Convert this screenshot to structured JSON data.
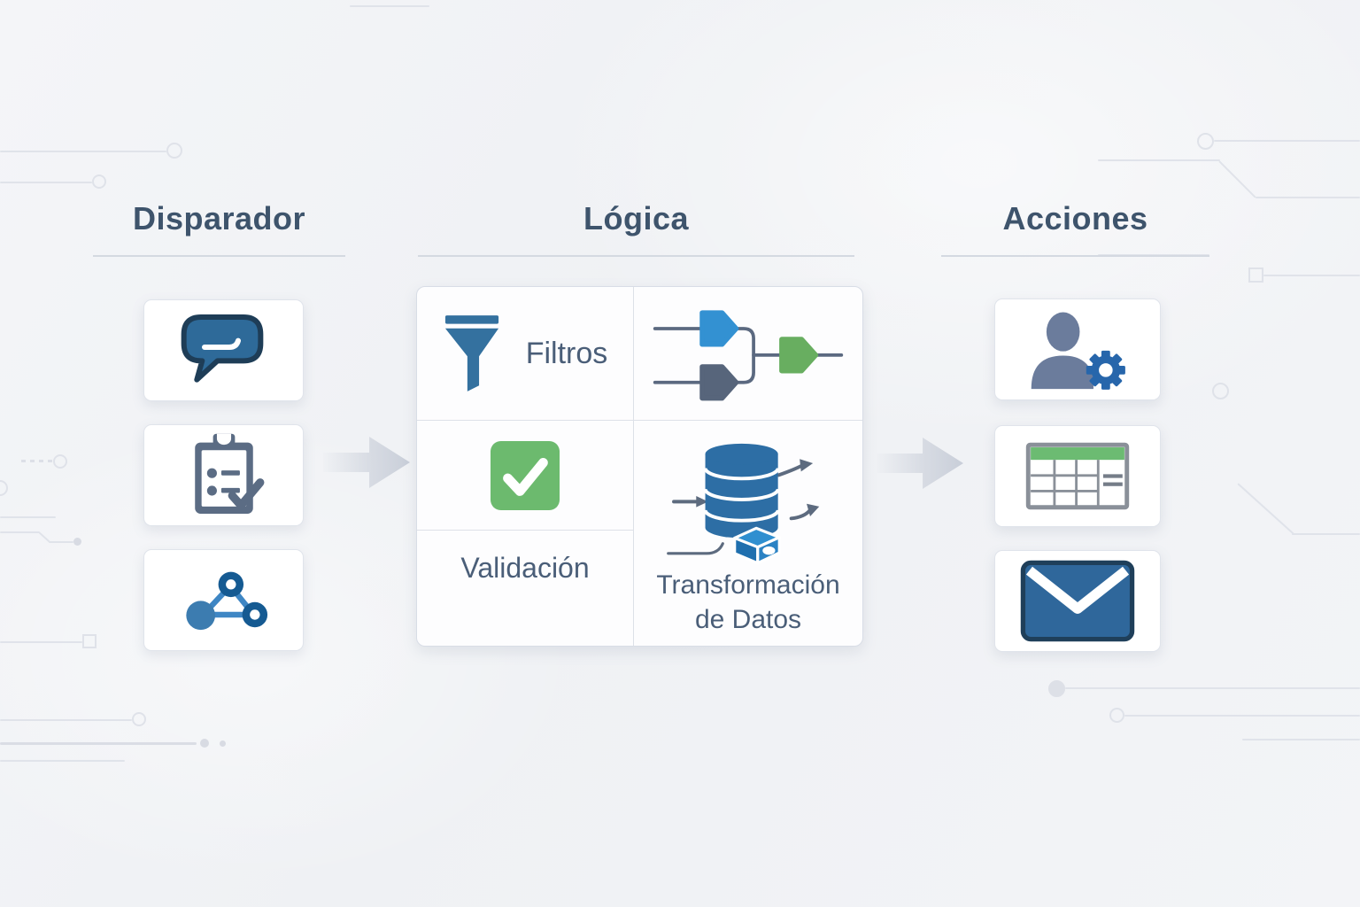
{
  "headers": {
    "trigger": "Disparador",
    "logic": "Lógica",
    "actions": "Acciones"
  },
  "trigger_column": {
    "cards": [
      {
        "icon": "chat-bubble-icon"
      },
      {
        "icon": "checklist-icon"
      },
      {
        "icon": "network-nodes-icon"
      }
    ]
  },
  "logic_panel": {
    "filters_label": "Filtros",
    "filters_icon": "filter-funnel-icon",
    "merge_icon": "merge-flow-icon",
    "validation_label": "Validación",
    "validation_icon": "green-checkmark-icon",
    "transformation_label": "Transformación de Datos",
    "transformation_icon": "database-transform-icon"
  },
  "actions_column": {
    "cards": [
      {
        "icon": "user-gear-icon"
      },
      {
        "icon": "spreadsheet-table-icon"
      },
      {
        "icon": "envelope-icon"
      }
    ]
  },
  "colors": {
    "header_text": "#3e546c",
    "label_text": "#4a5e78",
    "icon_blue": "#2e6a99",
    "icon_dark_navy": "#1e3d57",
    "icon_slate": "#5b6c84",
    "green": "#6cba6e",
    "flow_blue": "#3391d2",
    "flow_dark": "#57657b",
    "flow_green": "#68ae60",
    "gear_blue": "#2766ab",
    "table_green": "#6cbb72",
    "connector_arrow": "#c9cfda",
    "trace_gray": "#e0e3ea",
    "card_background": "#ffffff",
    "card_border": "#e0e4eb"
  }
}
